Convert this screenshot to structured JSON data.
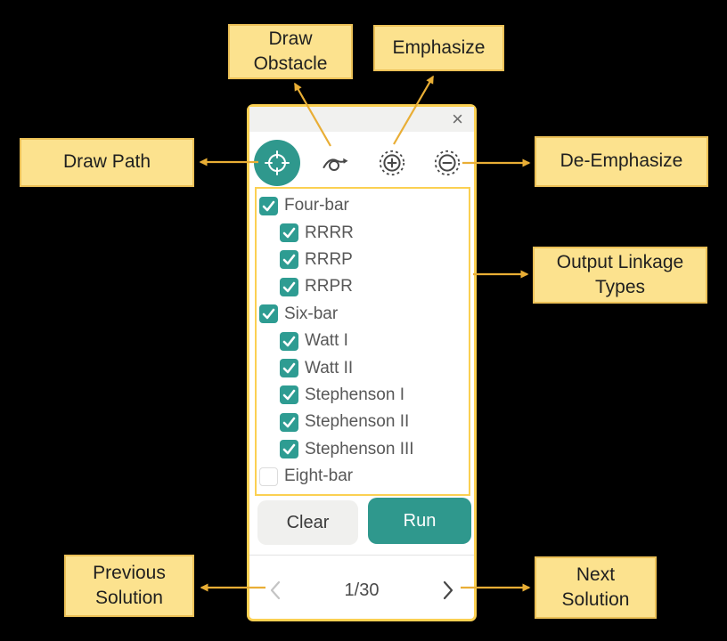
{
  "colors": {
    "background": "#000000",
    "teal_accent": "#2F988D",
    "checkbox_teal": "#2E9C92",
    "label_fill": "#FCE28E",
    "label_border": "#ECC157",
    "panel_border": "#FBD052",
    "arrow": "#E9AE35"
  },
  "panel": {
    "close_icon": "×",
    "toolbar": {
      "buttons": [
        {
          "icon": "draw-path-target-icon",
          "active": true
        },
        {
          "icon": "draw-obstacle-curve-icon",
          "active": false
        },
        {
          "icon": "emphasize-plus-circle-icon",
          "active": false
        },
        {
          "icon": "de-emphasize-minus-circle-icon",
          "active": false
        }
      ]
    },
    "tree": {
      "items": [
        {
          "label": "Four-bar",
          "checked": true,
          "indent": 0
        },
        {
          "label": "RRRR",
          "checked": true,
          "indent": 1
        },
        {
          "label": "RRRP",
          "checked": true,
          "indent": 1
        },
        {
          "label": "RRPR",
          "checked": true,
          "indent": 1
        },
        {
          "label": "Six-bar",
          "checked": true,
          "indent": 0
        },
        {
          "label": "Watt I",
          "checked": true,
          "indent": 1
        },
        {
          "label": "Watt II",
          "checked": true,
          "indent": 1
        },
        {
          "label": "Stephenson I",
          "checked": true,
          "indent": 1
        },
        {
          "label": "Stephenson II",
          "checked": true,
          "indent": 1
        },
        {
          "label": "Stephenson III",
          "checked": true,
          "indent": 1
        },
        {
          "label": "Eight-bar",
          "checked": false,
          "indent": 0
        }
      ]
    },
    "actions": {
      "clear_label": "Clear",
      "run_label": "Run"
    },
    "pagination": {
      "prev_icon": "chevron-left-icon",
      "counter": "1/30",
      "next_icon": "chevron-right-icon"
    }
  },
  "callouts": {
    "draw_obstacle": {
      "text": "Draw\nObstacle"
    },
    "emphasize": {
      "text": "Emphasize"
    },
    "draw_path": {
      "text": "Draw Path"
    },
    "de_emphasize": {
      "text": "De-Emphasize"
    },
    "output_linkage": {
      "text": "Output Linkage\nTypes"
    },
    "previous": {
      "text": "Previous\nSolution"
    },
    "next": {
      "text": "Next\nSolution"
    }
  }
}
